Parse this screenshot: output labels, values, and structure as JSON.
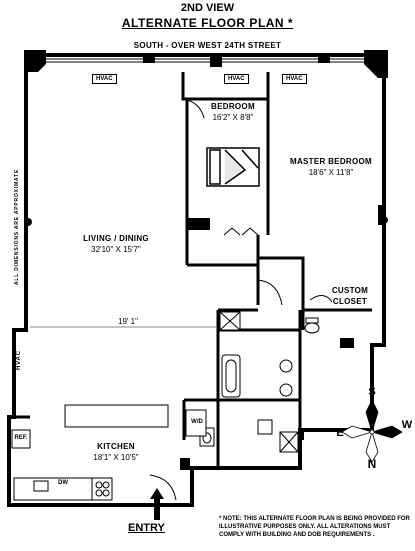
{
  "header": {
    "view": "2ND VIEW",
    "title": "ALTERNATE FLOOR PLAN *",
    "street": "SOUTH - OVER WEST 24TH STREET"
  },
  "rooms": {
    "bedroom": {
      "name": "BEDROOM",
      "dims": "16'2\" X 8'8\""
    },
    "master": {
      "name": "MASTER BEDROOM",
      "dims": "18'6\" X 11'8\""
    },
    "living": {
      "name": "LIVING / DINING",
      "dims": "32'10\" X 15'7\""
    },
    "kitchen": {
      "name": "KITCHEN",
      "dims": "18'1\" X 10'5\""
    },
    "closet": {
      "line1": "CUSTOM",
      "line2": "CLOSET"
    }
  },
  "labels": {
    "hvac": "HVAC",
    "dimension_line": "19' 1\"",
    "dimensions_note": "ALL DIMENSIONS ARE APPROXIMATE",
    "washer_dryer": "W/D",
    "refrigerator": "REF.",
    "dishwasher": "DW",
    "entry": "ENTRY"
  },
  "compass": {
    "n": "N",
    "s": "S",
    "e": "E",
    "w": "W"
  },
  "note": "* NOTE: THIS ALTERNATE FLOOR PLAN IS BEING PROVIDED FOR ILLUSTRATIVE PURPOSES ONLY. ALL ALTERATIONS MUST COMPLY WITH BUILDING AND DOB REQUIREMENTS ."
}
